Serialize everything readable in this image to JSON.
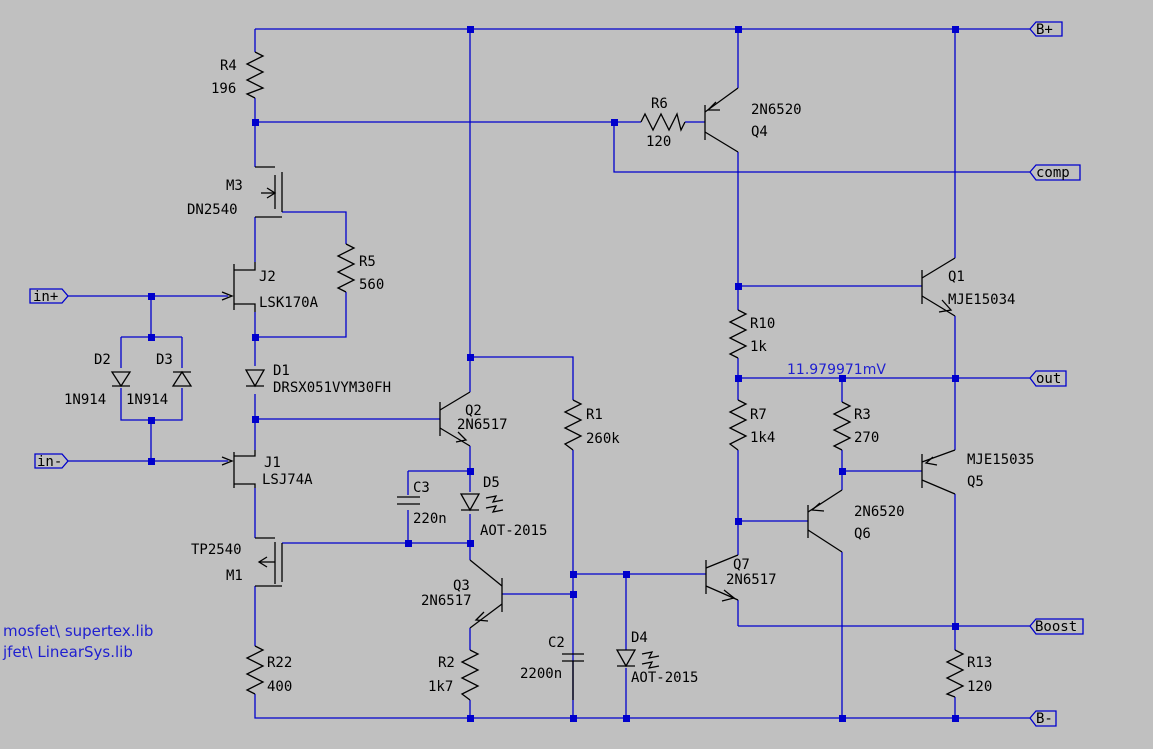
{
  "colors": {
    "background": "#c0c0c0",
    "wire": "#0000cc",
    "component": "#000000",
    "annotation": "#1f1fd0"
  },
  "ports": {
    "b_plus": "B+",
    "comp": "comp",
    "in_plus": "in+",
    "in_minus": "in-",
    "out": "out",
    "boost": "Boost",
    "b_minus": "B-"
  },
  "components": {
    "r4": {
      "ref": "R4",
      "value": "196"
    },
    "r6": {
      "ref": "R6",
      "value": "120"
    },
    "q4": {
      "ref": "Q4",
      "value": "2N6520"
    },
    "m3": {
      "ref": "M3",
      "value": "DN2540"
    },
    "r5": {
      "ref": "R5",
      "value": "560"
    },
    "j2": {
      "ref": "J2",
      "value": "LSK170A"
    },
    "d1": {
      "ref": "D1",
      "value": "DRSX051VYM30FH"
    },
    "d2": {
      "ref": "D2",
      "value": "1N914"
    },
    "d3": {
      "ref": "D3",
      "value": "1N914"
    },
    "q2": {
      "ref": "Q2",
      "value": "2N6517"
    },
    "r1": {
      "ref": "R1",
      "value": "260k"
    },
    "j1": {
      "ref": "J1",
      "value": "LSJ74A"
    },
    "c3": {
      "ref": "C3",
      "value": "220n"
    },
    "d5": {
      "ref": "D5",
      "value": "AOT-2015"
    },
    "m1": {
      "ref": "M1",
      "value": "TP2540"
    },
    "q3": {
      "ref": "Q3",
      "value": "2N6517"
    },
    "c2": {
      "ref": "C2",
      "value": "2200n"
    },
    "d4": {
      "ref": "D4",
      "value": "AOT-2015"
    },
    "r2": {
      "ref": "R2",
      "value": "1k7"
    },
    "r22": {
      "ref": "R22",
      "value": "400"
    },
    "q1": {
      "ref": "Q1",
      "value": "MJE15034"
    },
    "r10": {
      "ref": "R10",
      "value": "1k"
    },
    "r7": {
      "ref": "R7",
      "value": "1k4"
    },
    "r3": {
      "ref": "R3",
      "value": "270"
    },
    "q5": {
      "ref": "Q5",
      "value": "MJE15035"
    },
    "q6": {
      "ref": "Q6",
      "value": "2N6520"
    },
    "q7": {
      "ref": "Q7",
      "value": "2N6517"
    },
    "r13": {
      "ref": "R13",
      "value": "120"
    }
  },
  "probe": {
    "voltage": "11.979971mV"
  },
  "libraries": {
    "mosfet": "mosfet\\ supertex.lib",
    "jfet": "jfet\\ LinearSys.lib"
  }
}
